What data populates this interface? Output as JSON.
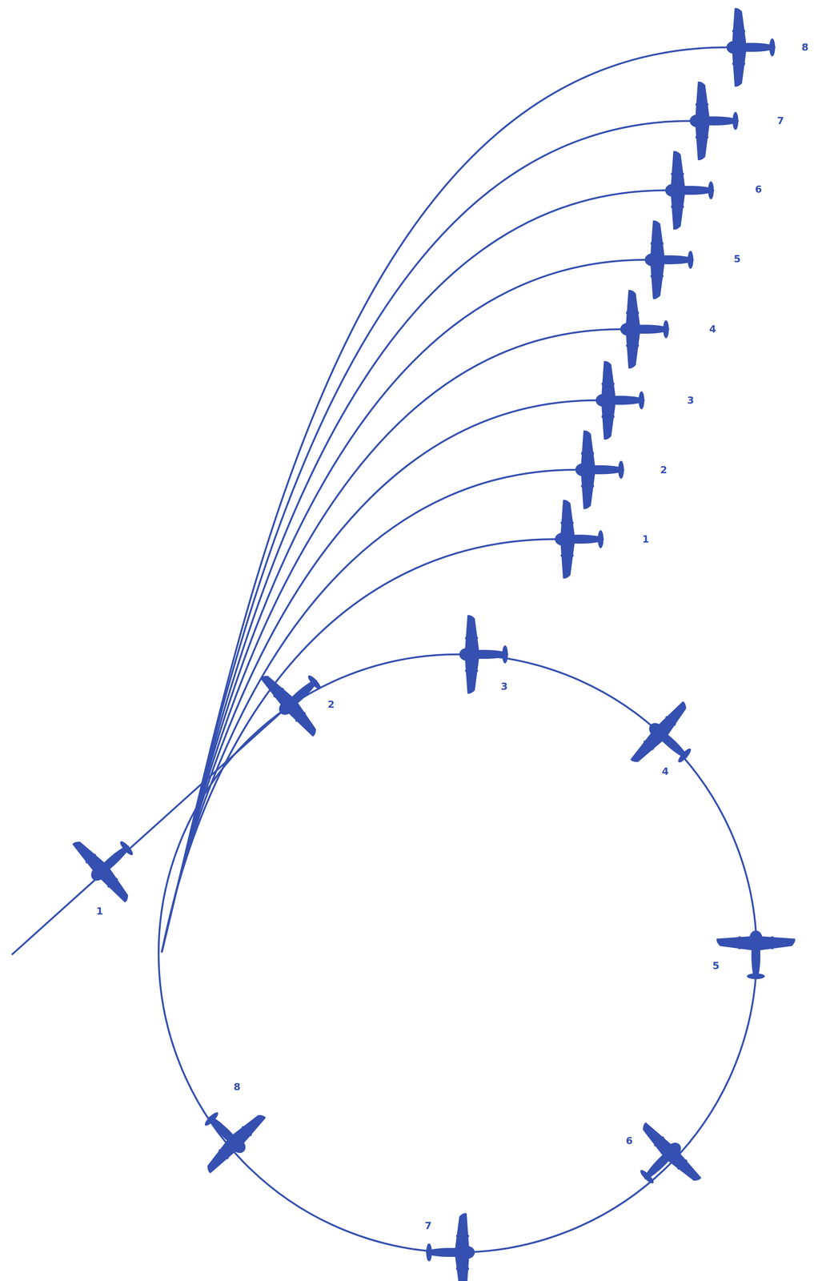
{
  "diagram": {
    "labels": [
      "8",
      "7",
      "6",
      "5",
      "4",
      "3",
      "2",
      "1",
      "1",
      "2",
      "3",
      "4",
      "5",
      "8",
      "6",
      "7"
    ]
  }
}
